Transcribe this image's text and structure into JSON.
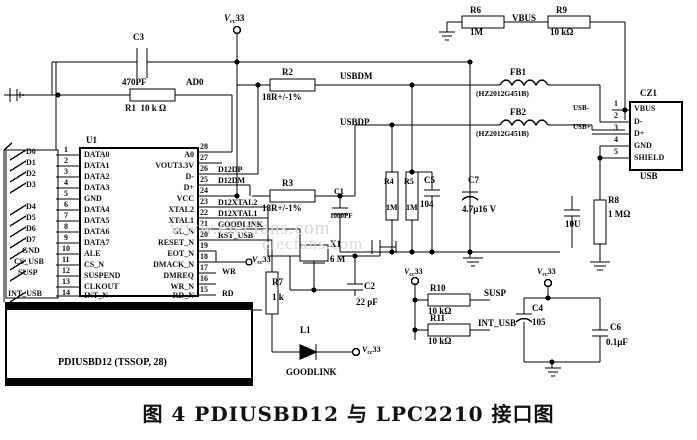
{
  "figure": {
    "caption": "图 4    PDIUSBD12 与 LPC2210 接口图",
    "watermark": "www.elecfans.com",
    "watermark2": "elecfans.com"
  },
  "ic": {
    "refdes": "U1",
    "part_label": "PDIUSBD12 (TSSOP, 28)",
    "left_pins": [
      {
        "num": "1",
        "name": "DATA0"
      },
      {
        "num": "2",
        "name": "DATA1"
      },
      {
        "num": "3",
        "name": "DATA2"
      },
      {
        "num": "4",
        "name": "DATA3"
      },
      {
        "num": "5",
        "name": "GND"
      },
      {
        "num": "6",
        "name": "DATA4"
      },
      {
        "num": "7",
        "name": "DATA5"
      },
      {
        "num": "8",
        "name": "DATA6"
      },
      {
        "num": "9",
        "name": "DATA7"
      },
      {
        "num": "10",
        "name": "ALE"
      },
      {
        "num": "11",
        "name": "CS_N"
      },
      {
        "num": "12",
        "name": "SUSPEND"
      },
      {
        "num": "13",
        "name": "CLKOUT"
      },
      {
        "num": "14",
        "name": "INT_N"
      }
    ],
    "right_pins": [
      {
        "num": "28",
        "name": "A0"
      },
      {
        "num": "27",
        "name": "VOUT3.3V"
      },
      {
        "num": "26",
        "name": "D-"
      },
      {
        "num": "25",
        "name": "D+"
      },
      {
        "num": "24",
        "name": "VCC"
      },
      {
        "num": "23",
        "name": "XTAL2"
      },
      {
        "num": "22",
        "name": "XTAL1"
      },
      {
        "num": "21",
        "name": "GL_N"
      },
      {
        "num": "20",
        "name": "RESET_N"
      },
      {
        "num": "19",
        "name": "EOT_N"
      },
      {
        "num": "18",
        "name": "DMACK_N"
      },
      {
        "num": "17",
        "name": "DMREQ"
      },
      {
        "num": "16",
        "name": "WR_N"
      },
      {
        "num": "15",
        "name": "RD_N"
      }
    ]
  },
  "bus": {
    "signals": [
      "D0",
      "D1",
      "D2",
      "D3",
      "D4",
      "D5",
      "D6",
      "D7",
      "GND",
      "CS_USB",
      "SUSP",
      "INT_USB"
    ]
  },
  "nets": {
    "ad0": "AD0",
    "usbdm": "USBDM",
    "usbdp": "USBDP",
    "d12dp": "D12DP",
    "d12dm": "D12DM",
    "d12xtal2": "D12XTAL2",
    "d12xtal1": "D12XTAL1",
    "goodlink": "GOODLINK",
    "rst_usb": "RST_USB",
    "vbus": "VBUS",
    "susp": "SUSP",
    "int_usb": "INT_USB",
    "usb_minus": "USB-",
    "usb_plus": "USB+",
    "wr": "WR",
    "rd": "RD",
    "led_name": "GOODLINK"
  },
  "power": {
    "vcc33_top": "V",
    "vcc33_top_sub": "cc",
    "vcc33_top_val": "33",
    "label_full": "Vcc33"
  },
  "components": [
    {
      "ref": "C3",
      "value": "470PF"
    },
    {
      "ref": "R1",
      "value": "10 k Ω"
    },
    {
      "ref": "R2",
      "value": "18R+/-1%"
    },
    {
      "ref": "R3",
      "value": "18R+/-1%"
    },
    {
      "ref": "R4",
      "value": "1M"
    },
    {
      "ref": "R5",
      "value": "1M"
    },
    {
      "ref": "R6",
      "value": "1M"
    },
    {
      "ref": "R7",
      "value": "1 k"
    },
    {
      "ref": "R8",
      "value": "1 MΩ"
    },
    {
      "ref": "R9",
      "value": "10 kΩ"
    },
    {
      "ref": "R10",
      "value": "10 kΩ"
    },
    {
      "ref": "R11",
      "value": "10 kΩ"
    },
    {
      "ref": "C1",
      "value": "1000PF"
    },
    {
      "ref": "C2",
      "value": "22 pF"
    },
    {
      "ref": "C4",
      "value": "105"
    },
    {
      "ref": "C5",
      "value": "104"
    },
    {
      "ref": "C6",
      "value": "0.1μF"
    },
    {
      "ref": "C7",
      "value": "4.7μ16 V"
    },
    {
      "ref": "X1",
      "value": "6 M"
    },
    {
      "ref": "L1",
      "value": "GOODLINK"
    },
    {
      "ref": "FB1",
      "value": "(HZ2012G451B)"
    },
    {
      "ref": "FB2",
      "value": "(HZ2012G451B)"
    }
  ],
  "connector": {
    "refdes": "CZ1",
    "type": "USB",
    "pins": [
      {
        "num": "1",
        "name": "VBUS"
      },
      {
        "num": "2",
        "name": "D-"
      },
      {
        "num": "3",
        "name": "D+"
      },
      {
        "num": "4",
        "name": "GND"
      },
      {
        "num": "5",
        "name": "SHIELD"
      }
    ]
  }
}
